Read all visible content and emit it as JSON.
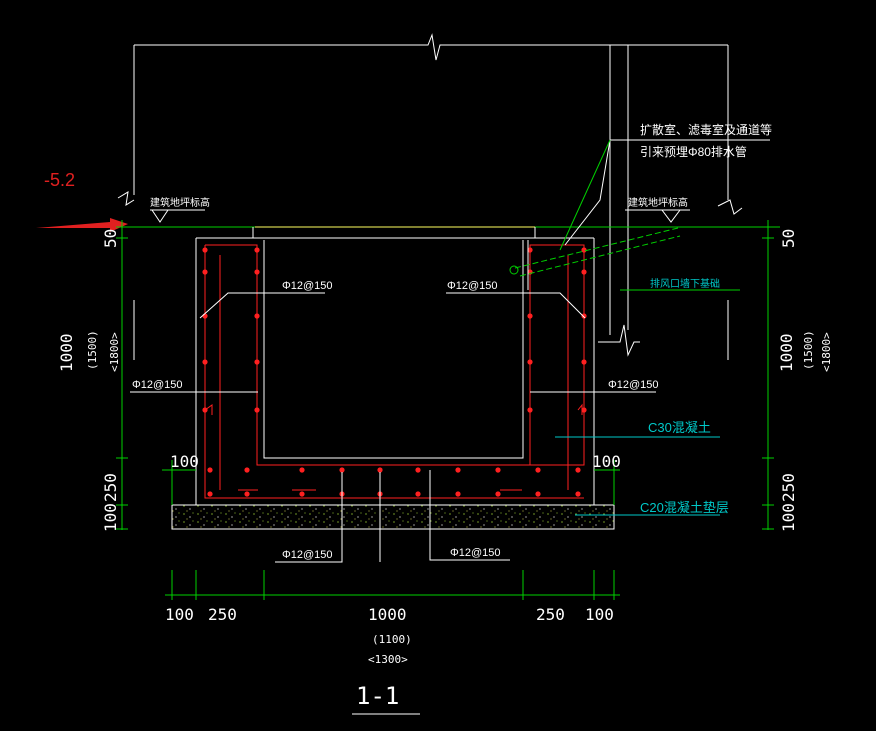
{
  "elevation": "-5.2",
  "ground_level_label": "建筑地坪标高",
  "drain_note": [
    "扩散室、滤毒室及通道等",
    "引来预埋Φ80排水管"
  ],
  "wall_bottom_note": "排风口墙下基础",
  "concrete_label": "C30混凝土",
  "cushion_label": "C20混凝土垫层",
  "rebar": {
    "left_wall_upper": "Φ12@150",
    "right_wall_upper": "Φ12@150",
    "left_wall_lower": "Φ12@150",
    "right_wall_lower": "Φ12@150",
    "slab_left": "Φ12@150",
    "slab_right": "Φ12@150"
  },
  "left_dims": {
    "top": "50",
    "height": "1000",
    "alt1": "(1500)",
    "alt2": "<1800>",
    "slab": "250",
    "cushion": "100"
  },
  "right_dims": {
    "top": "50",
    "height": "1000",
    "alt1": "(1500)",
    "alt2": "<1800>",
    "slab": "250",
    "cushion": "100"
  },
  "projection_left": "100",
  "projection_right": "100",
  "bottom_dims": {
    "d1": "100",
    "d2": "250",
    "d3": "1000",
    "d3_alt1": "(1100)",
    "d3_alt2": "<1300>",
    "d4": "250",
    "d5": "100"
  },
  "section_label": "1-1",
  "colors": {
    "line": "#ffffff",
    "dim": "#00d000",
    "rebar": "#ff2020",
    "text": "#ffffff",
    "cyan": "#00c8c8",
    "arrow": "#e02020",
    "yellow": "#ffff60"
  }
}
